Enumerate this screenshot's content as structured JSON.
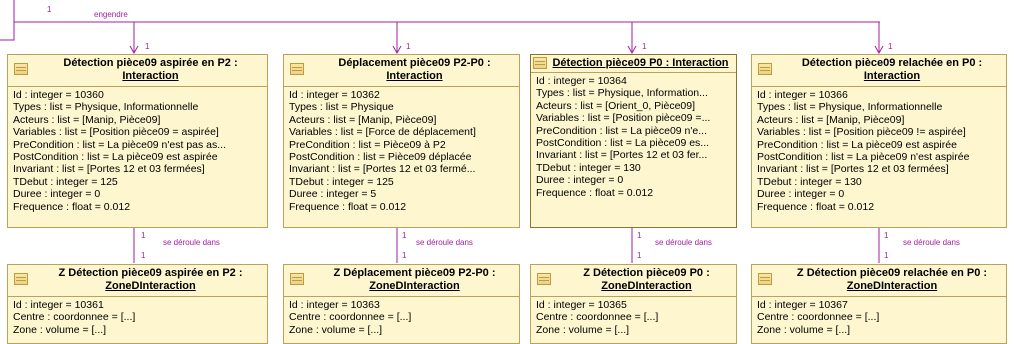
{
  "top_link": {
    "multiplicity": "1",
    "label": "engendre"
  },
  "multiplicity": "1",
  "assoc_label": "se déroule dans",
  "interactions": [
    {
      "title": "Détection pièce09 aspirée en P2 :",
      "stereo": "Interaction",
      "attrs": [
        "Id : integer = 10360",
        "Types : list = Physique, Informationnelle",
        "Acteurs : list = [Manip, Pièce09]",
        "Variables : list = [Position pièce09 = aspirée]",
        "PreCondition : list = La pièce09 n'est pas as...",
        "PostCondition : list = La pièce09 est aspirée",
        "Invariant : list = [Portes 12 et 03 fermées]",
        "TDebut : integer = 125",
        "Duree : integer = 0",
        "Frequence : float = 0.012"
      ]
    },
    {
      "title": "Déplacement pièce09 P2-P0 :",
      "stereo": "Interaction",
      "attrs": [
        "Id : integer = 10362",
        "Types : list = Physique",
        "Acteurs : list = [Manip, Pièce09]",
        "Variables : list = [Force de déplacement]",
        "PreCondition : list = Pièce09 à P2",
        "PostCondition : list = Pièce09 déplacée",
        "Invariant : list = [Portes 12 et 03 fermé...",
        "TDebut : integer = 125",
        "Duree : integer = 5",
        "Frequence : float = 0.012"
      ]
    },
    {
      "title": "Détection pièce09 P0 : Interaction",
      "stereo": "",
      "attrs": [
        "Id : integer = 10364",
        "Types : list = Physique, Information...",
        "Acteurs : list = [Orient_0, Pièce09]",
        "Variables : list = [Position pièce09 =...",
        "PreCondition : list = La pièce09 n'e...",
        "PostCondition : list = La pièce09 es...",
        "Invariant : list = [Portes 12 et 03 fer...",
        "TDebut : integer = 130",
        "Duree : integer = 0",
        "Frequence : float = 0.012"
      ]
    },
    {
      "title": "Détection pièce09 relachée en P0 :",
      "stereo": "Interaction",
      "attrs": [
        "Id : integer = 10366",
        "Types : list = Physique, Informationnelle",
        "Acteurs : list = [Manip, Pièce09]",
        "Variables : list = [Position pièce09 != aspirée]",
        "PreCondition : list = La pièce09 est aspirée",
        "PostCondition : list = La pièce09 n'est aspirée",
        "Invariant : list = [Portes 12 et 03 fermées]",
        "TDebut : integer = 130",
        "Duree : integer = 0",
        "Frequence : float = 0.012"
      ]
    }
  ],
  "zones": [
    {
      "title": "Z Détection pièce09 aspirée en P2 :",
      "stereo": "ZoneDInteraction",
      "attrs": [
        "Id : integer = 10361",
        "Centre : coordonnee = [...]",
        "Zone : volume = [...]"
      ]
    },
    {
      "title": "Z Déplacement pièce09 P2-P0 :",
      "stereo": "ZoneDInteraction",
      "attrs": [
        "Id : integer = 10363",
        "Centre : coordonnee = [...]",
        "Zone : volume = [...]"
      ]
    },
    {
      "title": "Z Détection pièce09 P0 :",
      "stereo": "ZoneDInteraction",
      "attrs": [
        "Id : integer = 10365",
        "Centre : coordonnee = [...]",
        "Zone : volume = [...]"
      ]
    },
    {
      "title": "Z Détection pièce09 relachée en P0 :",
      "stereo": "ZoneDInteraction",
      "attrs": [
        "Id : integer = 10367",
        "Centre : coordonnee = [...]",
        "Zone : volume = [...]"
      ]
    }
  ],
  "colors": {
    "connector": "#a020a0",
    "class_fill": "#fdf6cf",
    "class_border": "#b9a35a"
  }
}
